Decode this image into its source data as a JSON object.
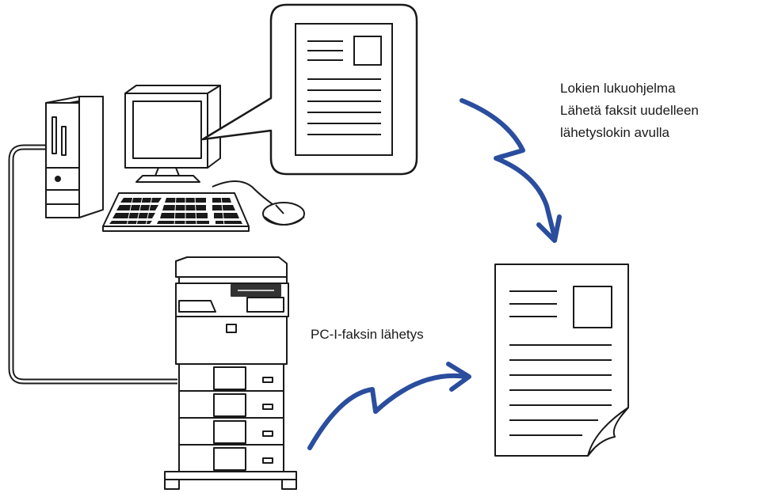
{
  "diagram": {
    "resend_note": {
      "line1": "Lokien lukuohjelma",
      "line2": "Lähetä faksit uudelleen",
      "line3": "lähetyslokin avulla"
    },
    "pc_fax_label": "PC-I-faksin lähetys"
  },
  "colors": {
    "arrow": "#2a4d9e",
    "outline": "#1a1a1a",
    "printer_panel": "#333333"
  },
  "icons": [
    "computer-tower-icon",
    "monitor-icon",
    "keyboard-icon",
    "mouse-icon",
    "document-icon",
    "multifunction-printer-icon",
    "curved-arrow-icon"
  ]
}
